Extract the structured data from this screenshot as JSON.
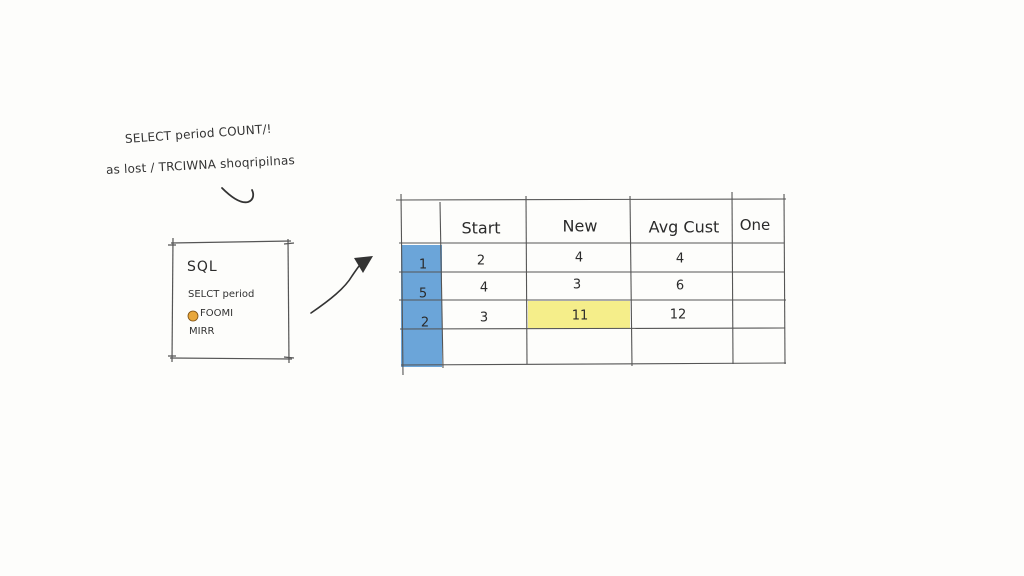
{
  "notes": {
    "line1": "SELECT period COUNT/!",
    "line2": "as lost / TRCIWNA shoqripilnas"
  },
  "sql_box": {
    "label": "SQL",
    "lines": [
      "SELCT period",
      "FOOMI",
      "MIRR"
    ]
  },
  "table": {
    "headers": [
      "Start",
      "New",
      "Avg Cust",
      "One"
    ],
    "row_labels": [
      "1",
      "5",
      "2",
      ""
    ],
    "rows": [
      [
        "2",
        "4",
        "4",
        ""
      ],
      [
        "4",
        "3",
        "6",
        ""
      ],
      [
        "3",
        "11",
        "12",
        ""
      ],
      [
        "",
        "",
        "",
        ""
      ]
    ]
  },
  "colors": {
    "row_label_fill": "#5b9bd5",
    "highlight_fill": "#f5ee8a",
    "ink": "#2b2b2b",
    "dot_orange": "#e8a73b"
  }
}
